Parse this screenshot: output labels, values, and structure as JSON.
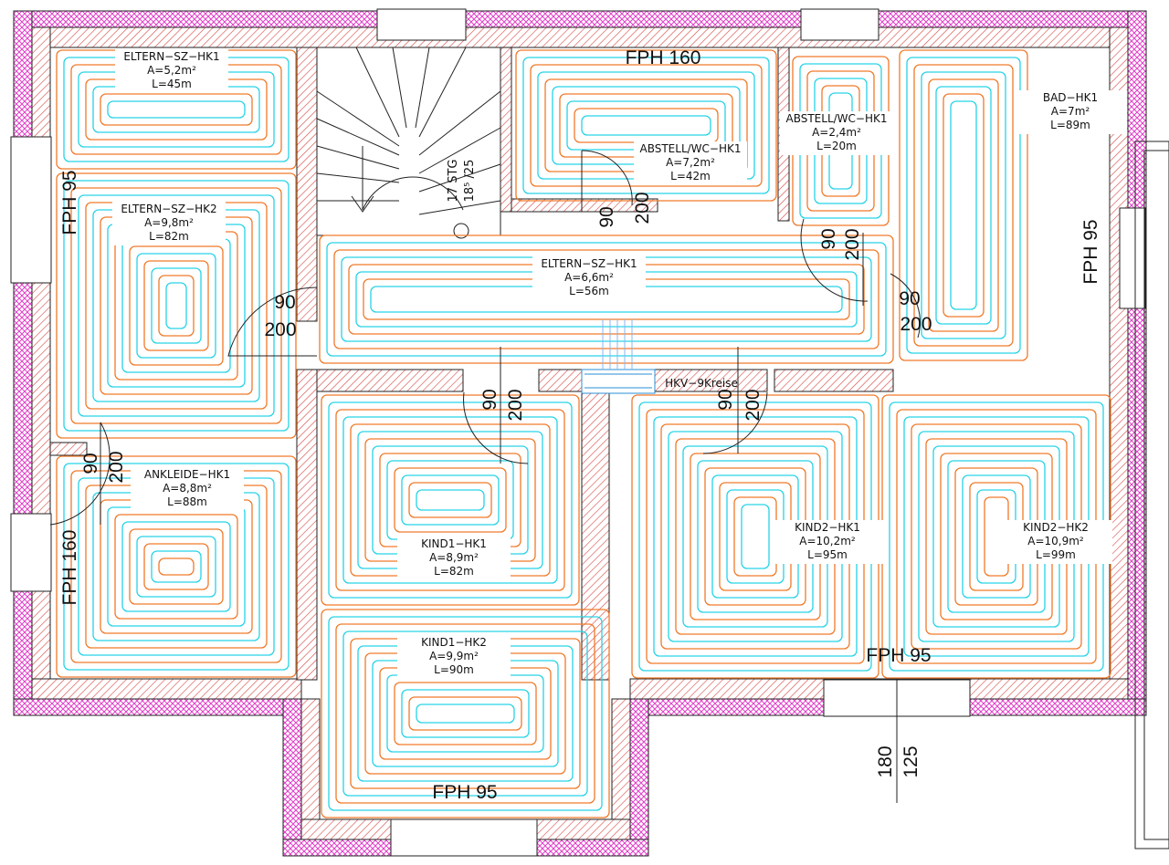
{
  "colors": {
    "supply": "#f07a2a",
    "return": "#27d3e6",
    "wall_hatch": "#d9534f",
    "outer_hatch": "#e040c8"
  },
  "circuits": [
    {
      "id": "eltern-sz-hk1",
      "name": "ELTERN−SZ−HK1",
      "area": "A=5,2m²",
      "length": "L=45m"
    },
    {
      "id": "eltern-sz-hk2",
      "name": "ELTERN−SZ−HK2",
      "area": "A=9,8m²",
      "length": "L=82m"
    },
    {
      "id": "abstell-wc-hk1-a",
      "name": "ABSTELL/WC−HK1",
      "area": "A=7,2m²",
      "length": "L=42m"
    },
    {
      "id": "abstell-wc-hk1-b",
      "name": "ABSTELL/WC−HK1",
      "area": "A=2,4m²",
      "length": "L=20m"
    },
    {
      "id": "bad-hk1",
      "name": "BAD−HK1",
      "area": "A=7m²",
      "length": "L=89m"
    },
    {
      "id": "eltern-sz-hk1-flur",
      "name": "ELTERN−SZ−HK1",
      "area": "A=6,6m²",
      "length": "L=56m"
    },
    {
      "id": "ankleide-hk1",
      "name": "ANKLEIDE−HK1",
      "area": "A=8,8m²",
      "length": "L=88m"
    },
    {
      "id": "kind1-hk1",
      "name": "KIND1−HK1",
      "area": "A=8,9m²",
      "length": "L=82m"
    },
    {
      "id": "kind1-hk2",
      "name": "KIND1−HK2",
      "area": "A=9,9m²",
      "length": "L=90m"
    },
    {
      "id": "kind2-hk1",
      "name": "KIND2−HK1",
      "area": "A=10,2m²",
      "length": "L=95m"
    },
    {
      "id": "kind2-hk2",
      "name": "KIND2−HK2",
      "area": "A=10,9m²",
      "length": "L=99m"
    }
  ],
  "windows": {
    "fph160_top": "FPH 160",
    "fph95_left": "FPH 95",
    "fph160_left": "FPH 160",
    "fph95_right": "FPH 95",
    "fph95_kind": "FPH 95",
    "fph95_bottom": "FPH 95"
  },
  "manifold": "HKV−9Kreise",
  "stairs": {
    "steps": "17 STG",
    "ratio": "18⁵ /25"
  },
  "doors": [
    {
      "id": "door-abstell",
      "w": "90",
      "h": "200"
    },
    {
      "id": "door-wc",
      "w": "90",
      "h": "200"
    },
    {
      "id": "door-eltern",
      "w": "90",
      "h": "200"
    },
    {
      "id": "door-bad",
      "w": "90",
      "h": "200"
    },
    {
      "id": "door-kind1",
      "w": "90",
      "h": "200"
    },
    {
      "id": "door-kind2",
      "w": "90",
      "h": "200"
    },
    {
      "id": "door-ankleide",
      "w": "90",
      "h": "200"
    }
  ],
  "balcony_dim": {
    "a": "180",
    "b": "125"
  }
}
